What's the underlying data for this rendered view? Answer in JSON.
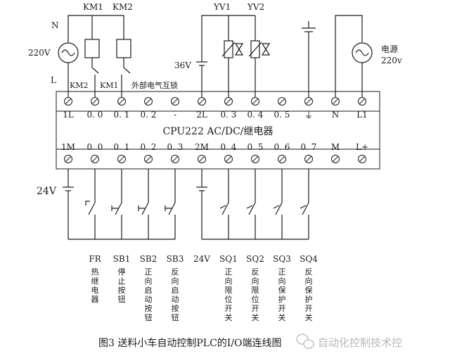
{
  "power_left": {
    "n": "N",
    "voltage": "220V",
    "l": "L"
  },
  "relay_coils": [
    "KM1",
    "KM2"
  ],
  "interlock": {
    "km2": "KM2",
    "km1": "KM1",
    "label": "外部电气互锁"
  },
  "valves": [
    "YV1",
    "YV2"
  ],
  "voltage_36": "36V",
  "power_right": {
    "name": "电源",
    "voltage": "220v"
  },
  "top_terminals": [
    "1L",
    "0. 0",
    "0. 1",
    "0. 2",
    "-",
    "2L",
    "0. 3",
    "0. 4",
    "0. 5",
    "⏚",
    "N",
    "L1"
  ],
  "cpu_label": "CPU222 AC/DC/继电器",
  "bottom_terminals": [
    "1M",
    "0. 0",
    "0. 1",
    "0. 2",
    "0. 3",
    "2M",
    "0. 4",
    "0. 5",
    "0. 6",
    "0. 7",
    "M",
    "L+"
  ],
  "voltage_24": "24V",
  "inputs": [
    {
      "code": "FR",
      "desc": "热继电器"
    },
    {
      "code": "SB1",
      "desc": "停止按钮"
    },
    {
      "code": "SB2",
      "desc": "正向启动按钮"
    },
    {
      "code": "SB3",
      "desc": "反向启动按钮"
    },
    {
      "code": "24V",
      "desc": ""
    },
    {
      "code": "SQ1",
      "desc": "正向限位开关"
    },
    {
      "code": "SQ2",
      "desc": "反向限位开关"
    },
    {
      "code": "SQ3",
      "desc": "正向保护开关"
    },
    {
      "code": "SQ4",
      "desc": "反向保护开关"
    }
  ],
  "caption": "图3 送料小车自动控制PLC的I/O端连线图",
  "watermark": "自动化控制技术控",
  "watermark_icon": "wechat-icon"
}
